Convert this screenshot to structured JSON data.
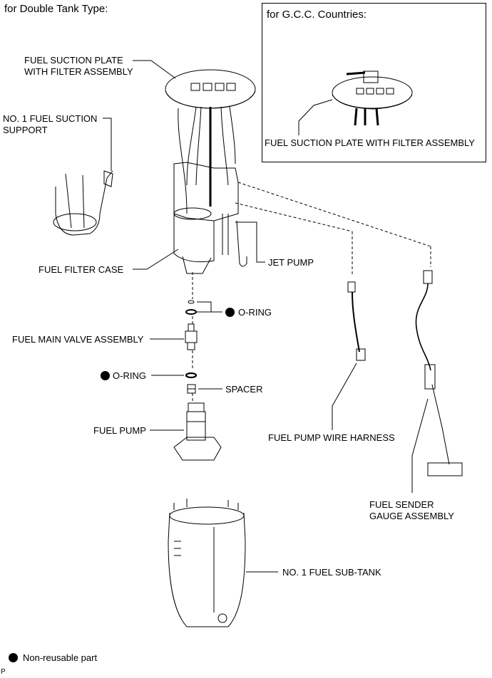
{
  "header": {
    "title": "for Double Tank Type:",
    "inset_title": "for G.C.C. Countries:"
  },
  "labels": {
    "fuel_suction_plate_l1": "FUEL SUCTION PLATE",
    "fuel_suction_plate_l2": "WITH FILTER ASSEMBLY",
    "suction_support_l1": "NO. 1 FUEL SUCTION",
    "suction_support_l2": "SUPPORT",
    "inset_suction_plate": "FUEL SUCTION PLATE WITH FILTER ASSEMBLY",
    "jet_pump": "JET PUMP",
    "fuel_filter_case": "FUEL FILTER CASE",
    "o_ring_upper": "O-RING",
    "fuel_main_valve": "FUEL MAIN VALVE ASSEMBLY",
    "o_ring_lower": "O-RING",
    "spacer": "SPACER",
    "fuel_pump": "FUEL PUMP",
    "wire_harness": "FUEL PUMP WIRE HARNESS",
    "sender_gauge_l1": "FUEL SENDER",
    "sender_gauge_l2": "GAUGE ASSEMBLY",
    "sub_tank": "NO. 1 FUEL SUB-TANK"
  },
  "legend": {
    "non_reusable": "Non-reusable part"
  },
  "footer": {
    "code": "P"
  }
}
